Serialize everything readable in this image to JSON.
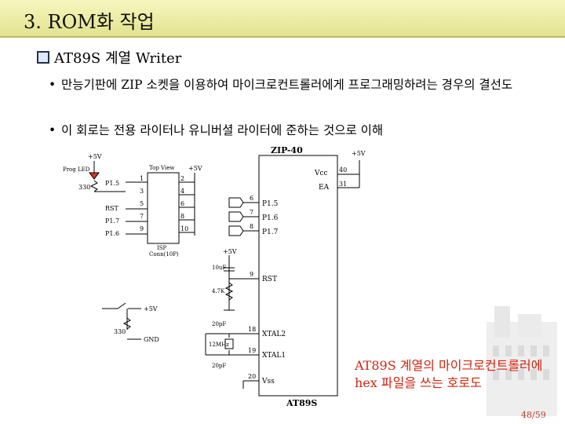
{
  "slide": {
    "title": "3. ROM화 작업",
    "heading": "AT89S 계열 Writer",
    "bullets": [
      "만능기판에 ZIP 소켓을 이용하여 마이크로컨트롤러에게 프로그래밍하려는 경우의 결선도",
      "이 회로는 전용 라이터나 유니버셜 라이터에 준하는 것으로 이해"
    ],
    "note_line1": "AT89S 계열의 마이크로컨트롤러에",
    "note_line2": "hex 파일을 쓰는 호로도",
    "page": "48/59"
  },
  "schematic": {
    "chip_title": "ZIP-40",
    "chip_name": "AT89S",
    "vcc_label": "Vcc",
    "ea_label": "EA",
    "vss_label": "Vss",
    "rst_pin": "RST",
    "xtal2": "XTAL2",
    "xtal1": "XTAL1",
    "pin_p15": "P1.5",
    "pin_p16": "P1.6",
    "pin_p17": "P1.7",
    "pin_numbers": {
      "vcc": "40",
      "ea": "31",
      "p15": "6",
      "p16": "7",
      "p17": "8",
      "rst": "9",
      "xtal2": "18",
      "xtal1": "19",
      "vss": "20"
    },
    "supply": "+5V",
    "gnd": "GND",
    "prog_led": "Prog LED",
    "r330": "330",
    "r47k": "4.7K",
    "c10uf": "10uF",
    "c20pf": "20pF",
    "crystal": "12MHz",
    "top_view": "Top View",
    "isp_label_1": "ISP",
    "isp_label_2": "Conn(10P)",
    "isp_left": [
      "P1.5",
      "RST",
      "P1.7",
      "P1.6"
    ],
    "isp_pins_left": [
      "1",
      "3",
      "5",
      "7",
      "9"
    ],
    "isp_pins_right": [
      "2",
      "4",
      "6",
      "8",
      "10"
    ]
  }
}
